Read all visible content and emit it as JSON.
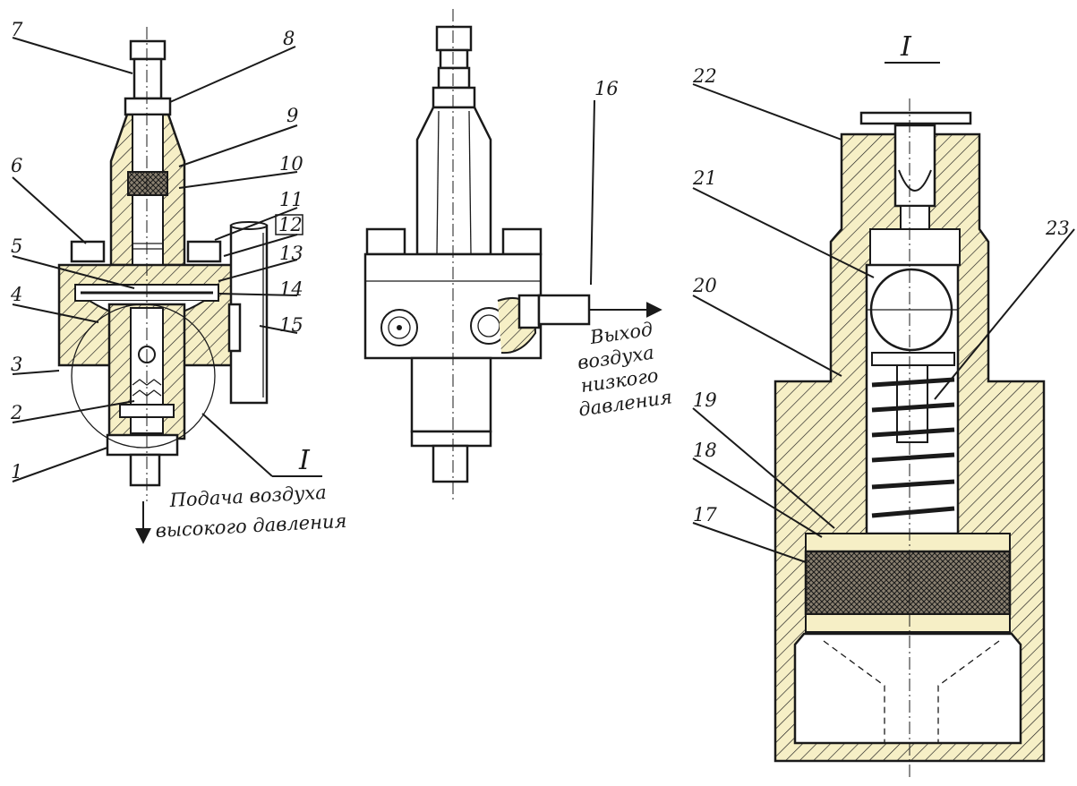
{
  "labels": {
    "n1": "1",
    "n2": "2",
    "n3": "3",
    "n4": "4",
    "n5": "5",
    "n6": "6",
    "n7": "7",
    "n8": "8",
    "n9": "9",
    "n10": "10",
    "n11": "11",
    "n12": "12",
    "n13": "13",
    "n14": "14",
    "n15": "15",
    "n16": "16",
    "n17": "17",
    "n18": "18",
    "n19": "19",
    "n20": "20",
    "n21": "21",
    "n22": "22",
    "n23": "23"
  },
  "detail_marker": "I",
  "detail_title": "I",
  "inlet_caption": {
    "line1": "Подача воздуха",
    "line2": "высокого давления"
  },
  "outlet_caption": {
    "line1": "Выход",
    "line2": "воздуха",
    "line3": "низкого",
    "line4": "давления"
  }
}
